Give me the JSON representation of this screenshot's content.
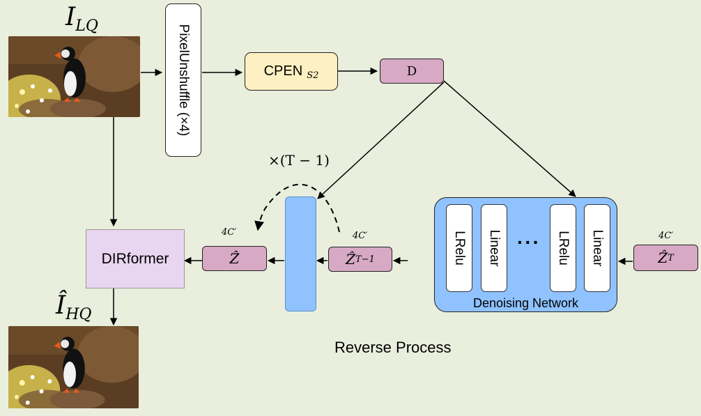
{
  "input": {
    "label": "I",
    "subscript": "LQ"
  },
  "output": {
    "label": "Î",
    "subscript": "HQ"
  },
  "pixel_unshuffle": {
    "label": "PixelUnshuffle (×4)"
  },
  "cpen": {
    "label": "CPEN",
    "subscript": "S2"
  },
  "d_block": {
    "label": "D"
  },
  "dirformer": {
    "label": "DIRformer"
  },
  "z_hat": {
    "label": "Ẑ",
    "dim": "4C′"
  },
  "z_hat_t_minus_1": {
    "label": "Ẑ",
    "subscript": "T−1",
    "dim": "4C′"
  },
  "z_hat_t": {
    "label": "Ẑ",
    "subscript": "T",
    "dim": "4C′"
  },
  "loop": {
    "label": "×(T − 1)"
  },
  "denoising_network": {
    "title": "Denoising Network",
    "layers": [
      "LRelu",
      "Linear",
      "LRelu",
      "Linear"
    ],
    "ellipsis": "···"
  },
  "caption": "Reverse Process",
  "colors": {
    "background": "#e9eedd",
    "pixel_unshuffle_fill": "#ffffff",
    "cpen_fill": "#fdf0c2",
    "d_fill": "#d7a9c4",
    "dirformer_fill": "#e8d5f0",
    "z_fill": "#d7a9c4",
    "denoise_fill": "#8fc2ff",
    "denoise_bar_fill": "#8fc2ff"
  }
}
